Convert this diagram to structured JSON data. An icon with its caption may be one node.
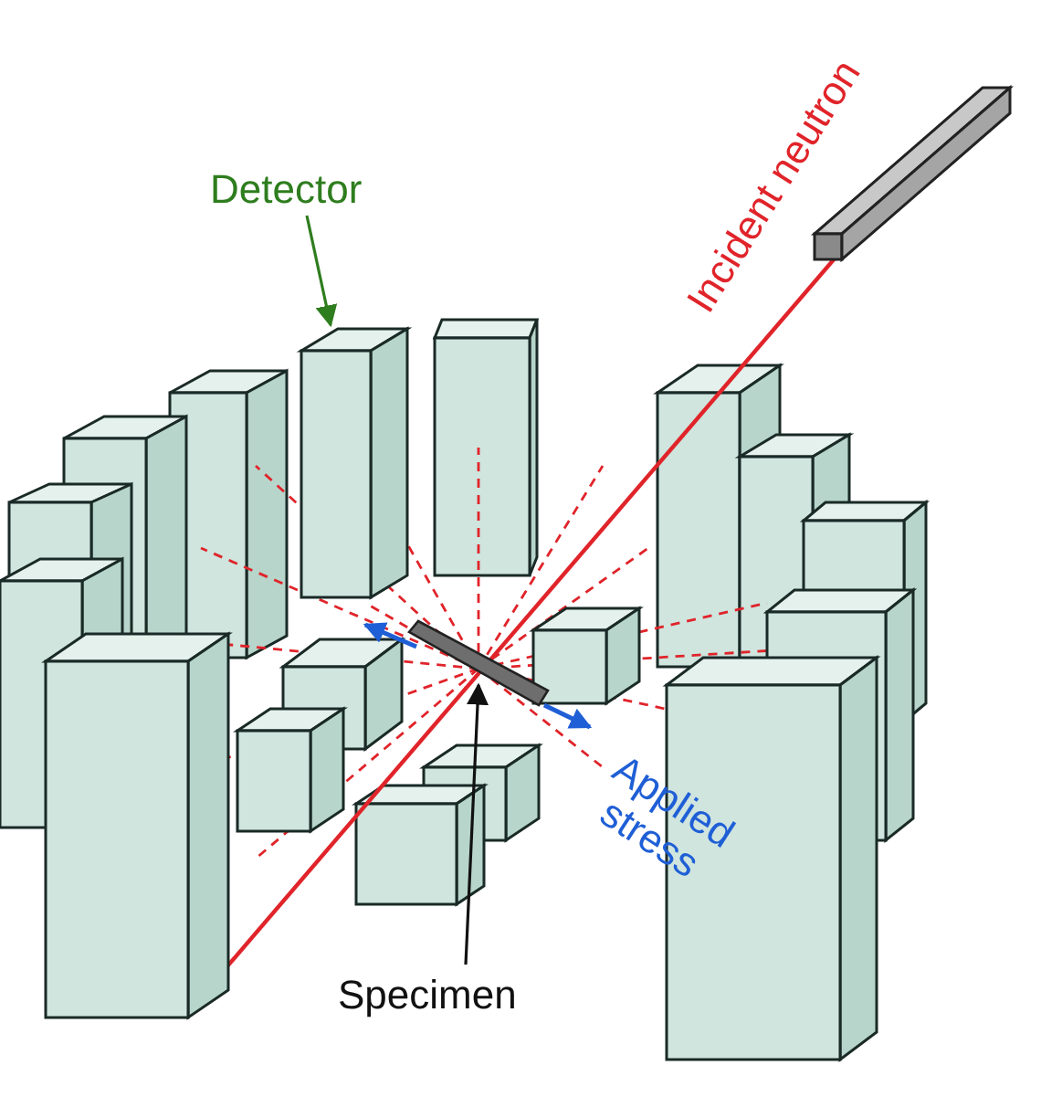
{
  "diagram": {
    "nodes": [
      {
        "text": [
          "Detector"
        ]
      },
      {
        "text": [],
        "shape": "box"
      },
      {
        "text": [
          "Specimen"
        ]
      },
      {
        "text": [],
        "shape": "bar"
      }
    ],
    "edges": [
      {
        "from": 0,
        "to": 1,
        "arrow": "to",
        "color": "#2e7d1e"
      },
      {
        "from": 2,
        "to": 3,
        "arrow": "to",
        "color": "#111111"
      }
    ],
    "labels": [
      "Incident neutron",
      "Applied stress"
    ]
  }
}
